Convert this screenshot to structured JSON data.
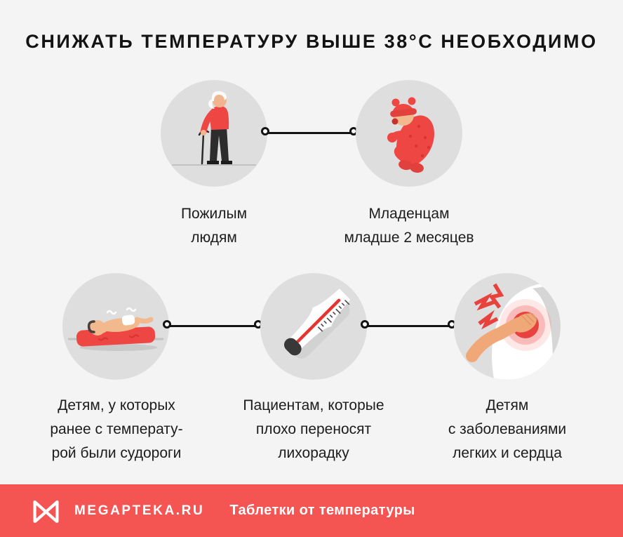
{
  "title": "СНИЖАТЬ ТЕМПЕРАТУРУ ВЫШЕ 38°С НЕОБХОДИМО",
  "items": [
    {
      "icon": "elderly-man-icon",
      "label": "Пожилым\nлюдям"
    },
    {
      "icon": "baby-in-onesie-icon",
      "label": "Младенцам\nмладше 2 месяцев"
    },
    {
      "icon": "child-on-mat-icon",
      "label": "Детям, у которых\nранее с температу-\nрой были судороги"
    },
    {
      "icon": "thermometer-icon",
      "label": "Пациентам, которые\nплохо переносят\nлихорадку"
    },
    {
      "icon": "chest-pain-icon",
      "label": "Детям\nс заболеваниями\nлегких и сердца"
    }
  ],
  "footer": {
    "logo_icon": "megapteka-m-logo-icon",
    "brand": "MEGAPTEKA.RU",
    "tagline": "Таблетки от температуры"
  },
  "colors": {
    "background": "#f4f4f4",
    "circle_gray": "#dedede",
    "illustration_red": "#ee4643",
    "footer_red": "#f45452",
    "text_dark": "#1c1c1c",
    "connector_black": "#131313"
  }
}
